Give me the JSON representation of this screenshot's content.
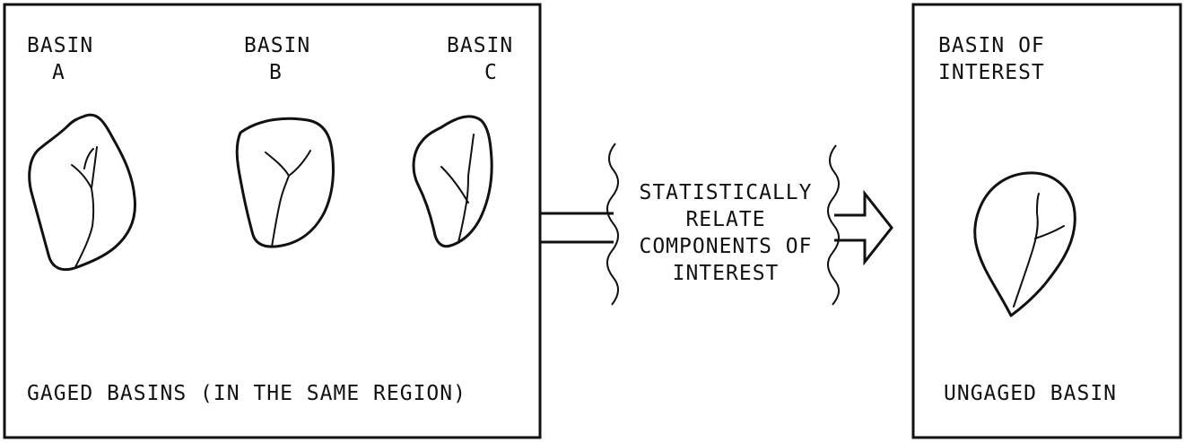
{
  "gaged_panel": {
    "basins": [
      {
        "line1": "BASIN",
        "line2": "A"
      },
      {
        "line1": "BASIN",
        "line2": "B"
      },
      {
        "line1": "BASIN",
        "line2": "C"
      }
    ],
    "caption": "GAGED BASINS (IN THE SAME REGION)"
  },
  "process": {
    "lines": [
      "STATISTICALLY",
      "RELATE",
      "COMPONENTS OF",
      "INTEREST"
    ]
  },
  "ungaged_panel": {
    "heading_line1": "BASIN OF",
    "heading_line2": "INTEREST",
    "caption": "UNGAGED BASIN"
  }
}
